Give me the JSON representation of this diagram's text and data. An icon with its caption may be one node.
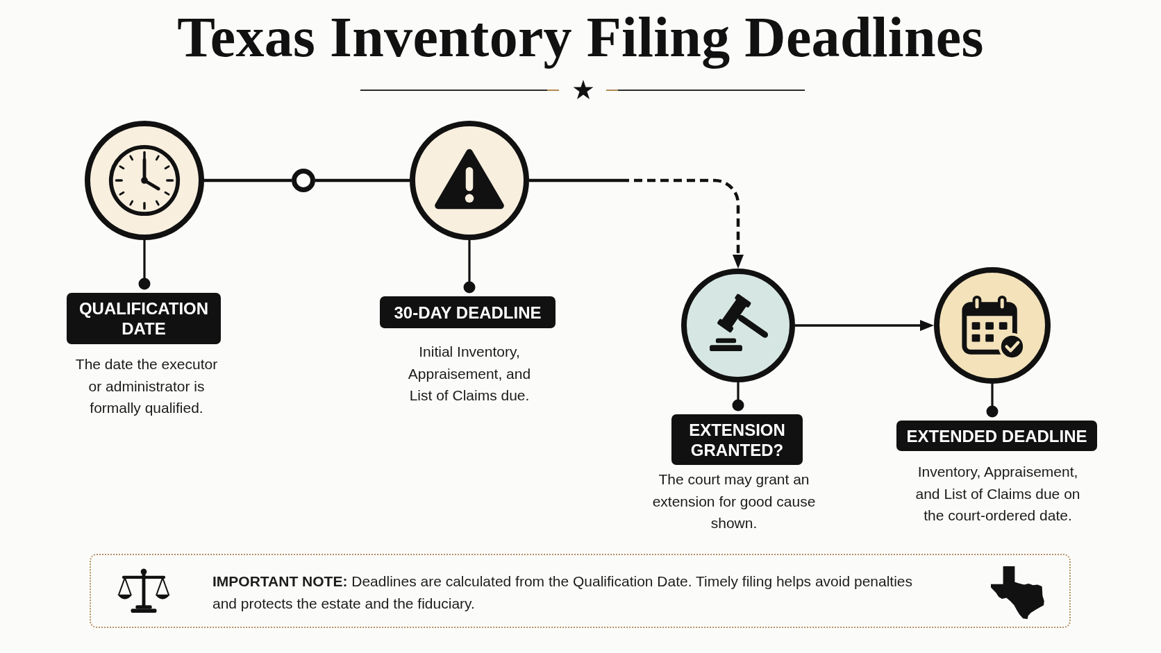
{
  "diagram": {
    "title": "Texas Inventory Filing Deadlines",
    "nodes": [
      {
        "text": [],
        "shape": "circle"
      },
      {
        "text": [],
        "shape": "circle"
      },
      {
        "text": [],
        "shape": "circle"
      },
      {
        "text": [],
        "shape": "circle"
      },
      {
        "text": [],
        "shape": "circle"
      },
      {
        "text": [
          "QUALIFICATION DATE"
        ],
        "beside": [
          "The date the executor or administrator is formally qualified."
        ]
      },
      {
        "text": [
          "30-DAY DEADLINE"
        ],
        "beside": [
          "Initial Inventory, Appraisement, and List of Claims due."
        ]
      },
      {
        "text": [
          "EXTENSION GRANTED?"
        ],
        "beside": [
          "The court may grant an extension for good cause shown."
        ]
      },
      {
        "text": [
          "EXTENDED DEADLINE"
        ],
        "beside": [
          "Inventory, Appraisement, and List of Claims due on the court-ordered date."
        ]
      },
      {
        "text": [
          "**IMPORTANT NOTE:** Deadlines are calculated from the Qualification Date. Timely filing helps avoid penalties and protects the estate and the fiduciary."
        ]
      }
    ],
    "edges": [
      {
        "from": 0,
        "to": 1,
        "arrow": "none"
      },
      {
        "from": 1,
        "to": 2,
        "arrow": "none"
      },
      {
        "from": 2,
        "to": 3,
        "arrow": "to",
        "style": "dashed"
      },
      {
        "from": 3,
        "to": 4,
        "arrow": "to"
      },
      {
        "from": 0,
        "to": 5,
        "arrow": "other"
      },
      {
        "from": 2,
        "to": 6,
        "arrow": "other"
      },
      {
        "from": 3,
        "to": 7,
        "arrow": "other"
      },
      {
        "from": 4,
        "to": 8,
        "arrow": "other"
      }
    ]
  }
}
